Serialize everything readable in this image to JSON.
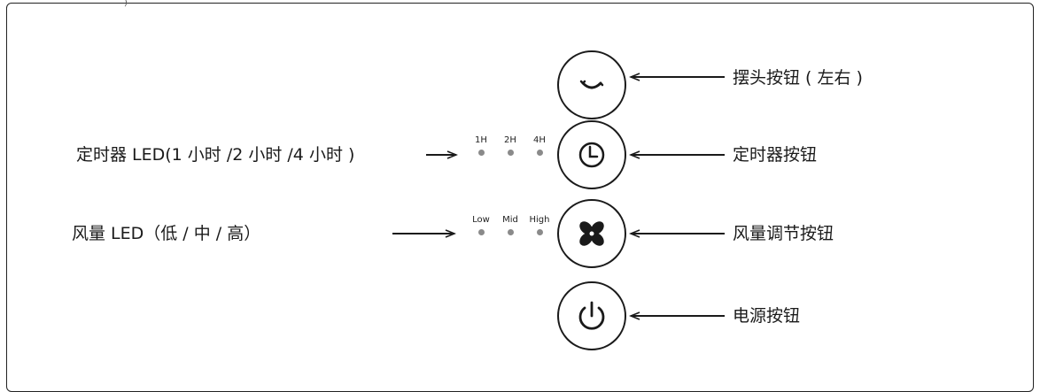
{
  "corner_text": ")",
  "buttons": [
    {
      "key": "swing",
      "icon": "swing-icon",
      "label": "摆头按钮 ( 左右 )"
    },
    {
      "key": "timer",
      "icon": "clock-icon",
      "label": "定时器按钮"
    },
    {
      "key": "fan",
      "icon": "fan-icon",
      "label": "风量调节按钮"
    },
    {
      "key": "power",
      "icon": "power-icon",
      "label": "电源按钮"
    }
  ],
  "timer_led": {
    "label": "定时器 LED(1 小时 /2 小时 /4 小时 )",
    "indicators": [
      "1H",
      "2H",
      "4H"
    ]
  },
  "fan_led": {
    "label": "风量 LED（低 / 中 / 高）",
    "indicators": [
      "Low",
      "Mid",
      "High"
    ]
  }
}
